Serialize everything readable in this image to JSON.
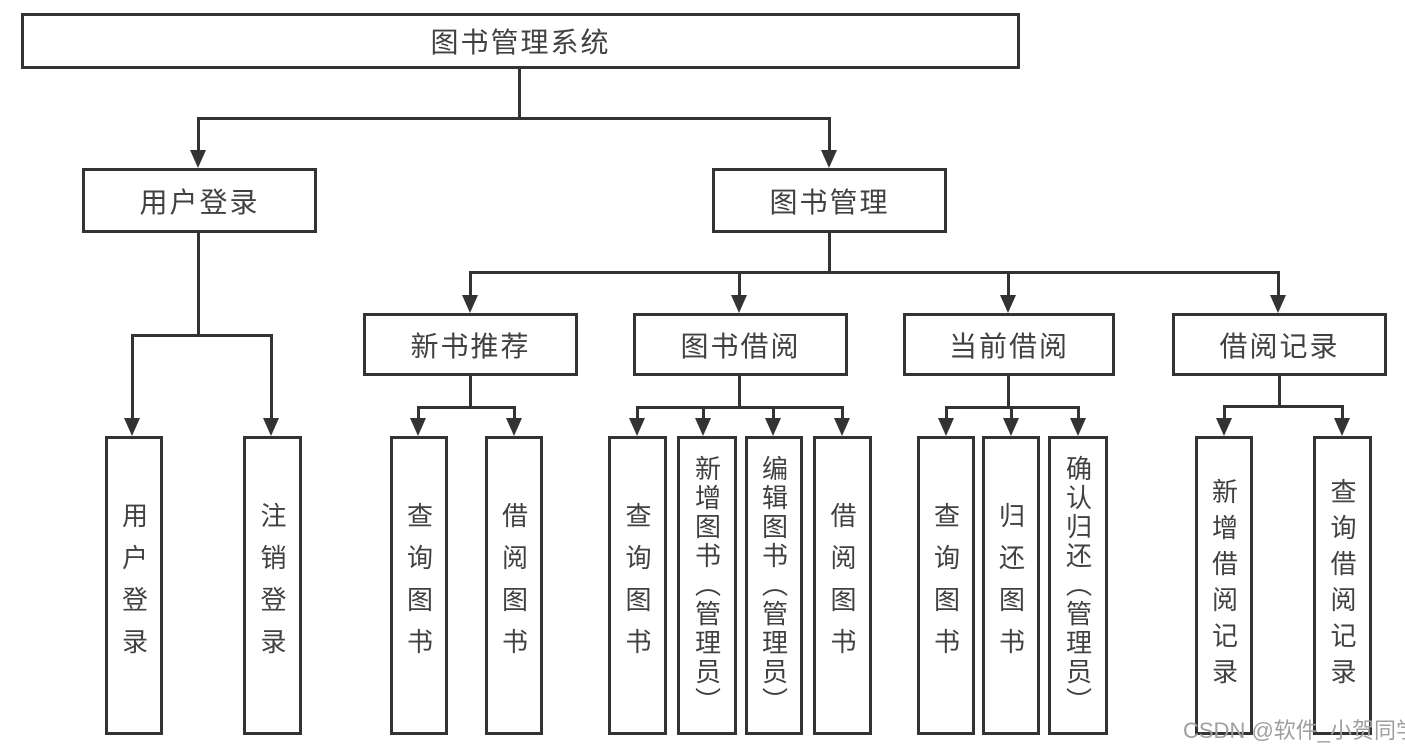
{
  "diagram": {
    "root": {
      "label": "图书管理系统"
    },
    "branches": [
      {
        "label": "用户登录",
        "children": [
          "用户登录",
          "注销登录"
        ]
      },
      {
        "label": "图书管理",
        "sections": [
          {
            "label": "新书推荐",
            "children": [
              "查询图书",
              "借阅图书"
            ]
          },
          {
            "label": "图书借阅",
            "children": [
              "查询图书",
              "新增图书（管理员）",
              "编辑图书（管理员）",
              "借阅图书"
            ]
          },
          {
            "label": "当前借阅",
            "children": [
              "查询图书",
              "归还图书",
              "确认归还（管理员）"
            ]
          },
          {
            "label": "借阅记录",
            "children": [
              "新增借阅记录",
              "查询借阅记录"
            ]
          }
        ]
      }
    ]
  },
  "watermark": {
    "text": "CSDN @软件_小贺同学"
  },
  "colors": {
    "line": "#333333",
    "text": "#414141",
    "background": "#ffffff",
    "watermark": "#9f9f9f"
  }
}
